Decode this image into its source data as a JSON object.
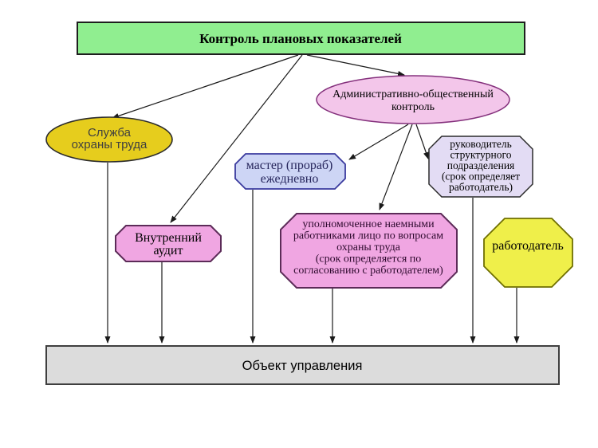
{
  "diagram": {
    "kind": "flowchart",
    "nodes": {
      "control_title": {
        "label": "Контроль плановых показателей",
        "shape": "rectangle"
      },
      "ohrana_service": {
        "lines": [
          "Служба",
          "охраны труда"
        ],
        "shape": "ellipse"
      },
      "admin_public_control": {
        "lines": [
          "Административно-общественный",
          "контроль"
        ],
        "shape": "ellipse"
      },
      "master": {
        "lines": [
          "мастер (прораб)",
          "ежедневно"
        ],
        "shape": "octagon"
      },
      "rukovoditel": {
        "lines": [
          "руководитель",
          "структурного",
          "подразделения",
          "(срок определяет",
          "работодатель)"
        ],
        "shape": "octagon"
      },
      "internal_audit": {
        "lines": [
          "Внутренний",
          "аудит"
        ],
        "shape": "octagon"
      },
      "upolnomochennoe": {
        "lines": [
          "уполномоченное наемными",
          "работниками лицо по вопросам",
          "охраны труда",
          "(срок определяется по",
          "согласованию с работодателем)"
        ],
        "shape": "octagon"
      },
      "rabotodatel": {
        "label": "работодатель",
        "shape": "octagon"
      },
      "control_object": {
        "label": "Объект управления",
        "shape": "rectangle"
      }
    },
    "edges": [
      {
        "from": "control_title",
        "to": "ohrana_service"
      },
      {
        "from": "control_title",
        "to": "internal_audit"
      },
      {
        "from": "control_title",
        "to": "admin_public_control"
      },
      {
        "from": "admin_public_control",
        "to": "master"
      },
      {
        "from": "admin_public_control",
        "to": "upolnomochennoe"
      },
      {
        "from": "admin_public_control",
        "to": "rukovoditel"
      },
      {
        "from": "ohrana_service",
        "to": "control_object"
      },
      {
        "from": "internal_audit",
        "to": "control_object"
      },
      {
        "from": "master",
        "to": "control_object"
      },
      {
        "from": "upolnomochennoe",
        "to": "control_object"
      },
      {
        "from": "rukovoditel",
        "to": "control_object"
      },
      {
        "from": "rabotodatel",
        "to": "control_object"
      }
    ]
  },
  "colors": {
    "background": "#FFFFFF",
    "title_fill": "#90EE90",
    "title_stroke": "#1E1E1E",
    "ellipse_yellow_fill": "#E6CD1D",
    "ellipse_yellow_stroke": "#2B2B2B",
    "ellipse_pink_fill": "#F3C6EA",
    "ellipse_pink_stroke": "#84307C",
    "octagon_blue_fill": "#CDD5F5",
    "octagon_blue_stroke": "#3A3A9E",
    "octagon_lavender_fill": "#E3DCF4",
    "octagon_lavender_stroke": "#2B2B2B",
    "octagon_pink_fill": "#F0A6E2",
    "octagon_pink_stroke": "#5C2B58",
    "octagon_yellow_fill": "#EFEF4A",
    "octagon_yellow_stroke": "#6F6F00",
    "bar_fill": "#DCDCDC",
    "bar_stroke": "#3F3F3F",
    "arrow": "#1A1A1A",
    "text_black": "#000000",
    "text_navy": "#26265C",
    "text_gray": "#3F3F3F",
    "text_plum": "#2E0A2E"
  }
}
